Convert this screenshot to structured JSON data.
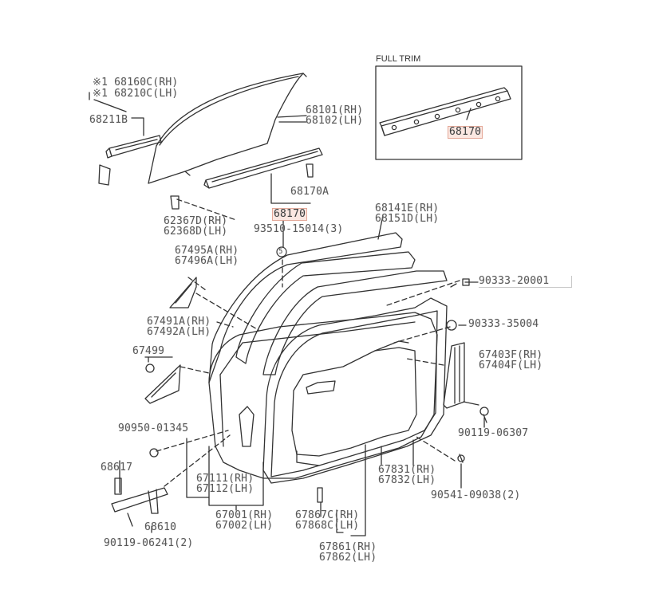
{
  "inset": {
    "title": "FULL TRIM",
    "part": "68170"
  },
  "labels": {
    "p68160c": "※1 68160C(RH)",
    "p68210c": "※1 68210C(LH)",
    "p68211b": "68211B",
    "p68101": "68101(RH)",
    "p68102": "68102(LH)",
    "p68170a": "68170A",
    "p68170": "68170",
    "p93510": "93510-15014(3)",
    "p62367d": "62367D(RH)",
    "p62368d": "62368D(LH)",
    "p68141e": "68141E(RH)",
    "p68151d": "68151D(LH)",
    "circle5": "5",
    "p67495a": "67495A(RH)",
    "p67496a": "67496A(LH)",
    "p90333_20001": "90333-20001",
    "p90333_35004": "90333-35004",
    "p67491a": "67491A(RH)",
    "p67492a": "67492A(LH)",
    "p67499": "67499",
    "p67403f": "67403F(RH)",
    "p67404f": "67404F(LH)",
    "p90950": "90950-01345",
    "p90119_06307": "90119-06307",
    "p68617": "68617",
    "p67111": "67111(RH)",
    "p67112": "67112(LH)",
    "p67831": "67831(RH)",
    "p67832": "67832(LH)",
    "p90541": "90541-09038(2)",
    "p67001": "67001(RH)",
    "p67002": "67002(LH)",
    "p67867c": "67867C(RH)",
    "p67868c": "67868C(LH)",
    "p68610": "68610",
    "p90119_06241": "90119-06241(2)",
    "p67861": "67861(RH)",
    "p67862": "67862(LH)"
  },
  "colors": {
    "line": "#333333",
    "label": "#5a5a5a",
    "highlight_bg": "#fbe7e1",
    "highlight_border": "#e4a898"
  }
}
